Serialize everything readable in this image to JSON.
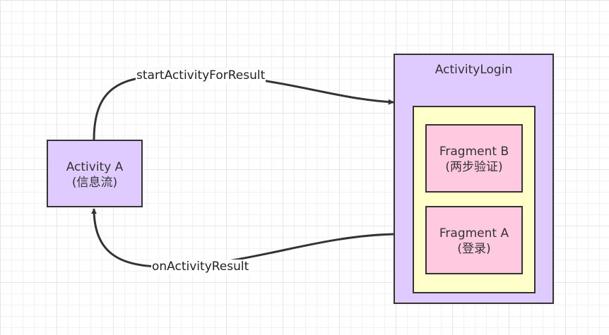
{
  "diagram": {
    "nodes": {
      "activity_a": {
        "line1": "Activity A",
        "line2": "(信息流)"
      },
      "activity_login": {
        "title": "ActivityLogin"
      },
      "fragment_b": {
        "line1": "Fragment B",
        "line2": "(两步验证)"
      },
      "fragment_a": {
        "line1": "Fragment A",
        "line2": "(登录)"
      }
    },
    "edges": {
      "start_activity": {
        "label": "startActivityForResult"
      },
      "on_result": {
        "label": "onActivityResult"
      }
    },
    "colors": {
      "activity_fill": "#dfcbff",
      "container_fill": "#ffffc9",
      "fragment_fill": "#ffc9e0",
      "stroke": "#333333"
    }
  }
}
